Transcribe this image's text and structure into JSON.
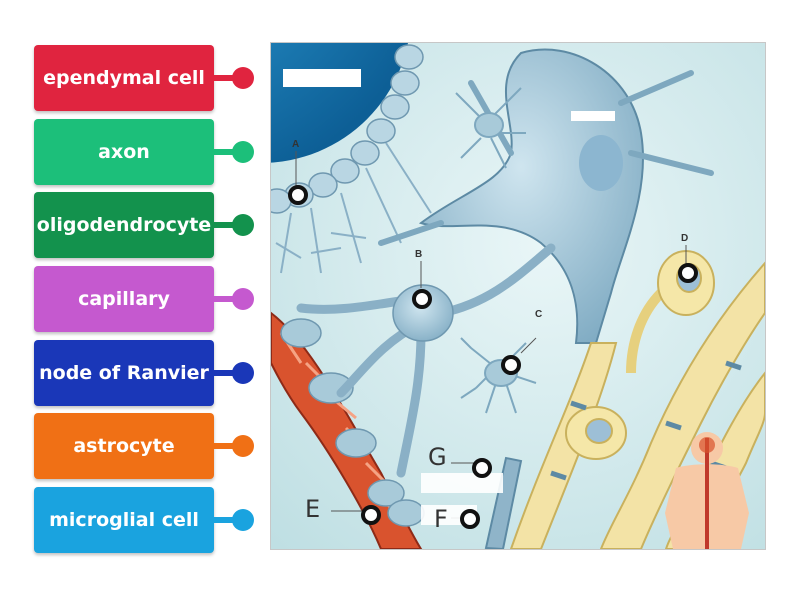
{
  "labels": [
    {
      "text": "ependymal cell",
      "color": "#e0243f"
    },
    {
      "text": "axon",
      "color": "#1cbf7a"
    },
    {
      "text": "oligodendrocyte",
      "color": "#13924d"
    },
    {
      "text": "capillary",
      "color": "#c559cf"
    },
    {
      "text": "node of Ranvier",
      "color": "#1a37b8"
    },
    {
      "text": "astrocyte",
      "color": "#f07015"
    },
    {
      "text": "microglial cell",
      "color": "#1aa3df"
    }
  ],
  "diagram": {
    "printed_letters": [
      "A",
      "B",
      "C",
      "D"
    ],
    "handwritten_letters": [
      "G",
      "E",
      "F"
    ]
  }
}
